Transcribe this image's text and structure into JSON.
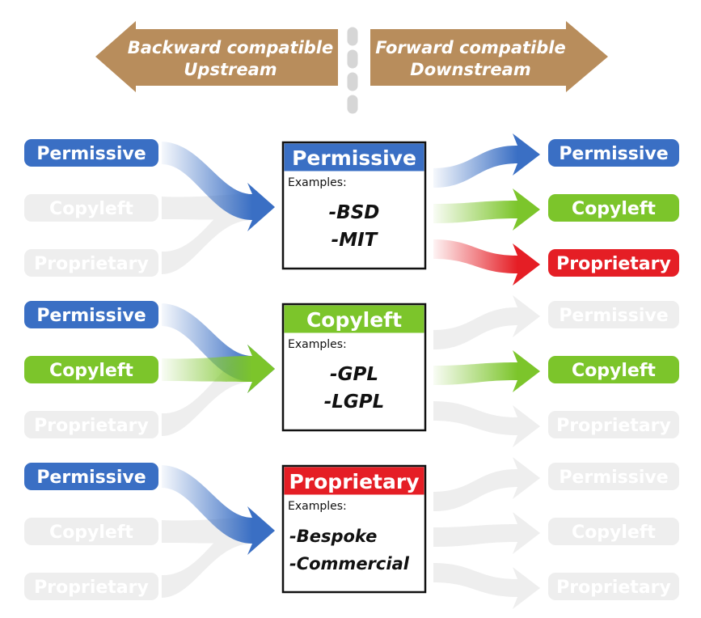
{
  "header": {
    "backward": {
      "line1": "Backward compatible",
      "line2": "Upstream"
    },
    "forward": {
      "line1": "Forward compatible",
      "line2": "Downstream"
    }
  },
  "colors": {
    "permissive": "#3a6fc4",
    "copyleft": "#7cc52b",
    "proprietary": "#e51e25",
    "faded": "#eeeeee",
    "arrow_brown": "#b88d5c",
    "divider": "#d6d6d6"
  },
  "rows": [
    {
      "id": "permissive",
      "title": "Permissive",
      "examples_label": "Examples:",
      "examples": [
        "-BSD",
        "-MIT"
      ],
      "inputs": [
        {
          "label": "Permissive",
          "type": "permissive",
          "active": true
        },
        {
          "label": "Copyleft",
          "type": "copyleft",
          "active": false
        },
        {
          "label": "Proprietary",
          "type": "proprietary",
          "active": false
        }
      ],
      "outputs": [
        {
          "label": "Permissive",
          "type": "permissive",
          "active": true
        },
        {
          "label": "Copyleft",
          "type": "copyleft",
          "active": true
        },
        {
          "label": "Proprietary",
          "type": "proprietary",
          "active": true
        }
      ]
    },
    {
      "id": "copyleft",
      "title": "Copyleft",
      "examples_label": "Examples:",
      "examples": [
        "-GPL",
        "-LGPL"
      ],
      "inputs": [
        {
          "label": "Permissive",
          "type": "permissive",
          "active": true
        },
        {
          "label": "Copyleft",
          "type": "copyleft",
          "active": true
        },
        {
          "label": "Proprietary",
          "type": "proprietary",
          "active": false
        }
      ],
      "outputs": [
        {
          "label": "Permissive",
          "type": "permissive",
          "active": false
        },
        {
          "label": "Copyleft",
          "type": "copyleft",
          "active": true
        },
        {
          "label": "Proprietary",
          "type": "proprietary",
          "active": false
        }
      ]
    },
    {
      "id": "proprietary",
      "title": "Proprietary",
      "examples_label": "Examples:",
      "examples": [
        "-Bespoke",
        "-Commercial"
      ],
      "inputs": [
        {
          "label": "Permissive",
          "type": "permissive",
          "active": true
        },
        {
          "label": "Copyleft",
          "type": "copyleft",
          "active": false
        },
        {
          "label": "Proprietary",
          "type": "proprietary",
          "active": false
        }
      ],
      "outputs": [
        {
          "label": "Permissive",
          "type": "permissive",
          "active": false
        },
        {
          "label": "Copyleft",
          "type": "copyleft",
          "active": false
        },
        {
          "label": "Proprietary",
          "type": "proprietary",
          "active": false
        }
      ]
    }
  ]
}
